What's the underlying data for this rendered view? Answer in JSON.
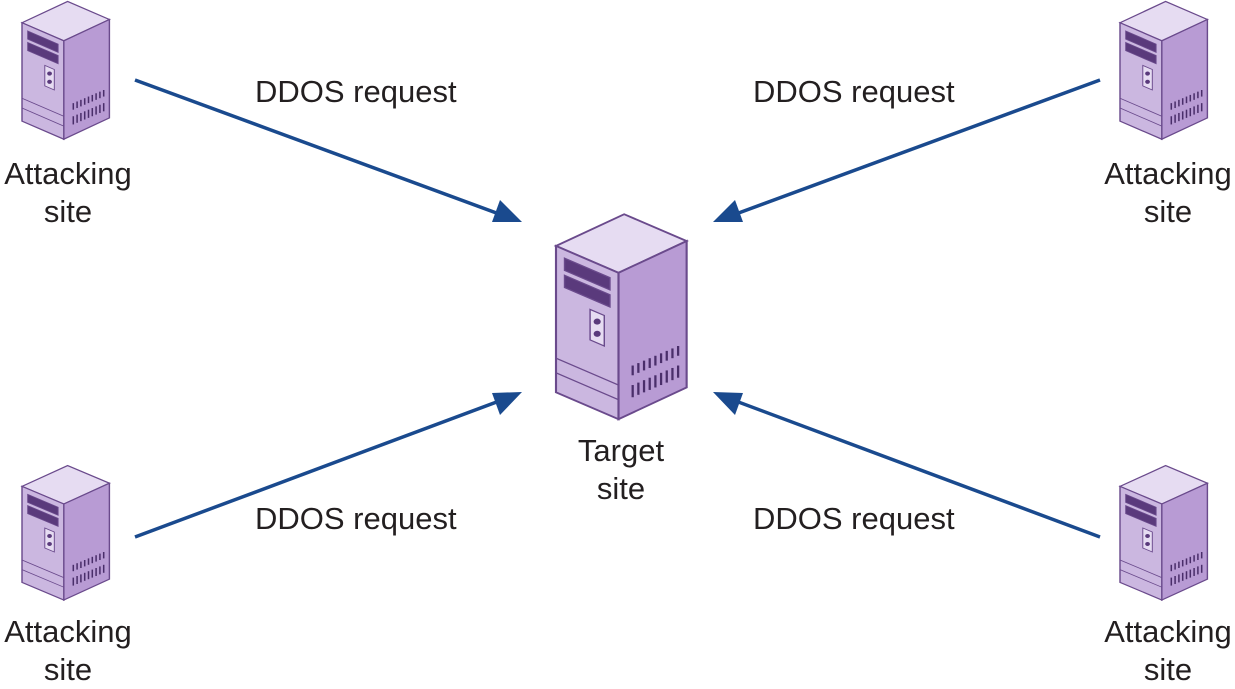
{
  "colors": {
    "arrow": "#1a4a8e",
    "server_front": "#9a7cb8",
    "server_side": "#cbb7e0",
    "server_top": "#e6dcf2",
    "server_outline": "#6a4a8c"
  },
  "icons": {
    "attacking_site": "server-tower-icon",
    "target_site": "server-tower-icon",
    "request_arrow": "arrow-right-icon"
  },
  "target": {
    "line1": "Target",
    "line2": "site"
  },
  "attackers": [
    {
      "line1": "Attacking",
      "line2": "site"
    },
    {
      "line1": "Attacking",
      "line2": "site"
    },
    {
      "line1": "Attacking",
      "line2": "site"
    },
    {
      "line1": "Attacking",
      "line2": "site"
    }
  ],
  "requests": [
    {
      "label": "DDOS request"
    },
    {
      "label": "DDOS request"
    },
    {
      "label": "DDOS request"
    },
    {
      "label": "DDOS request"
    }
  ]
}
